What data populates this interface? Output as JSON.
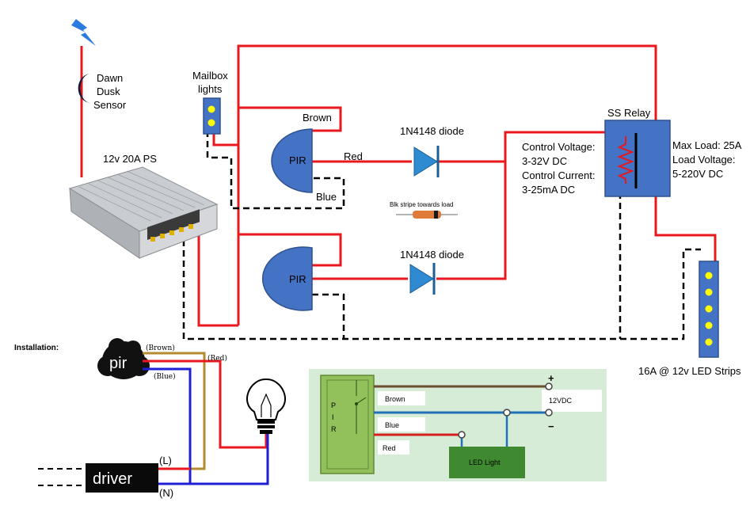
{
  "labels": {
    "sensor": [
      "Dawn",
      "Dusk",
      "Sensor"
    ],
    "mailbox": [
      "Mailbox",
      "lights"
    ],
    "ps": "12v 20A PS",
    "brown": "Brown",
    "red": "Red",
    "blue": "Blue",
    "pir": "PIR",
    "diode": "1N4148 diode",
    "diode_note": "Blk stripe towards load",
    "relay": "SS Relay",
    "control": [
      "Control Voltage:",
      "3-32V DC",
      "Control Current:",
      "3-25mA DC"
    ],
    "load": [
      "Max Load: 25A",
      "Load Voltage:",
      "5-220V DC"
    ],
    "led_strips": "16A @ 12v LED Strips"
  },
  "installation": {
    "title": "Installation:",
    "pir": "pir",
    "brown": "(Brown)",
    "red": "(Red)",
    "blue": "(Blue)",
    "driver": "driver",
    "l": "(L)",
    "n": "(N)"
  },
  "inset": {
    "pir_letters": [
      "P",
      "I",
      "R"
    ],
    "brown": "Brown",
    "blue": "Blue",
    "red": "Red",
    "supply": "12VDC",
    "plus": "+",
    "minus": "−",
    "led_light": "LED Light"
  },
  "colors": {
    "wire_red": "#e8181e",
    "wire_blue": "#1f1fd6",
    "wire_brown": "#b58b2f",
    "pir_fill": "#4472c4",
    "relay_fill": "#4472c4",
    "led_dot": "#ffff00",
    "inset_bg": "#d7ecd6",
    "inset_pir": "#92c05a",
    "inset_led": "#3f8a30",
    "inset_blue": "#1f72b8",
    "inset_brown": "#6b4d2f",
    "inset_red": "#d62020"
  }
}
